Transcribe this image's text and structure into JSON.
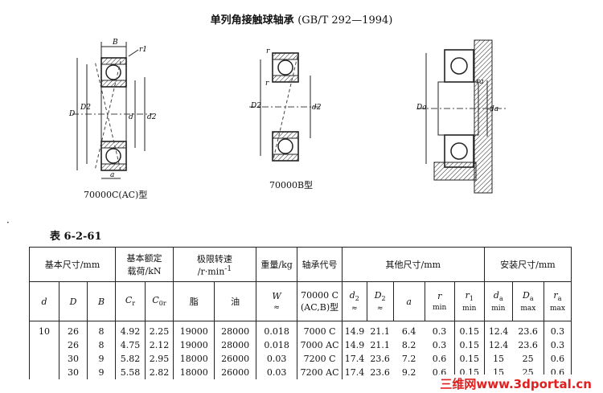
{
  "title": "单列角接触球轴承",
  "standard": "(GB/T 292—1994)",
  "figures": {
    "fig1_caption": "70000C(AC)型",
    "fig2_caption": "70000B型",
    "labels": {
      "B": "B",
      "r1": "r1",
      "r": "r",
      "D": "D",
      "D2": "D2",
      "d": "d",
      "d2": "d2",
      "a": "a",
      "Da": "Da",
      "da": "da",
      "ra": "ra"
    }
  },
  "table_label": "表 6-2-61",
  "headers": {
    "basic_size": "基本尺寸/mm",
    "basic_load": "基本额定",
    "basic_load2": "载荷/kN",
    "limit_speed": "极限转速",
    "limit_speed2": "/r·min",
    "limit_speed_exp": "-1",
    "weight": "重量/kg",
    "code": "轴承代号",
    "other_size": "其他尺寸/mm",
    "install_size": "安装尺寸/mm",
    "d": "d",
    "D": "D",
    "B": "B",
    "Cr": "C",
    "Cr_sub": "r",
    "C0r": "C",
    "C0r_sub": "0r",
    "grease": "脂",
    "oil": "油",
    "W": "W",
    "W_sub": "≈",
    "code1": "70000 C",
    "code2": "(AC,B)型",
    "d2": "d",
    "d2_sub": "2",
    "d2_extra": "≈",
    "D2": "D",
    "D2_sub": "2",
    "D2_extra": "≈",
    "a": "a",
    "r": "r",
    "r_extra": "min",
    "r1": "r",
    "r1_sub": "1",
    "r1_extra": "min",
    "da": "d",
    "da_sub": "a",
    "da_extra": "min",
    "Da": "D",
    "Da_sub": "a",
    "Da_extra": "max",
    "ra": "r",
    "ra_sub": "a",
    "ra_extra": "max"
  },
  "rows": [
    [
      "10",
      "26",
      "8",
      "4.92",
      "2.25",
      "19000",
      "28000",
      "0.018",
      "7000 C",
      "14.9",
      "21.1",
      "6.4",
      "0.3",
      "0.15",
      "12.4",
      "23.6",
      "0.3"
    ],
    [
      "",
      "26",
      "8",
      "4.75",
      "2.12",
      "19000",
      "28000",
      "0.018",
      "7000 AC",
      "14.9",
      "21.1",
      "8.2",
      "0.3",
      "0.15",
      "12.4",
      "23.6",
      "0.3"
    ],
    [
      "",
      "30",
      "9",
      "5.82",
      "2.95",
      "18000",
      "26000",
      "0.03",
      "7200 C",
      "17.4",
      "23.6",
      "7.2",
      "0.6",
      "0.15",
      "15",
      "25",
      "0.6"
    ],
    [
      "",
      "30",
      "9",
      "5.58",
      "2.82",
      "18000",
      "26000",
      "0.03",
      "7200 AC",
      "17.4",
      "23.6",
      "9.2",
      "0.6",
      "0.15",
      "15",
      "25",
      "0.6"
    ]
  ],
  "watermark": "三维网www.3dportal.cn"
}
